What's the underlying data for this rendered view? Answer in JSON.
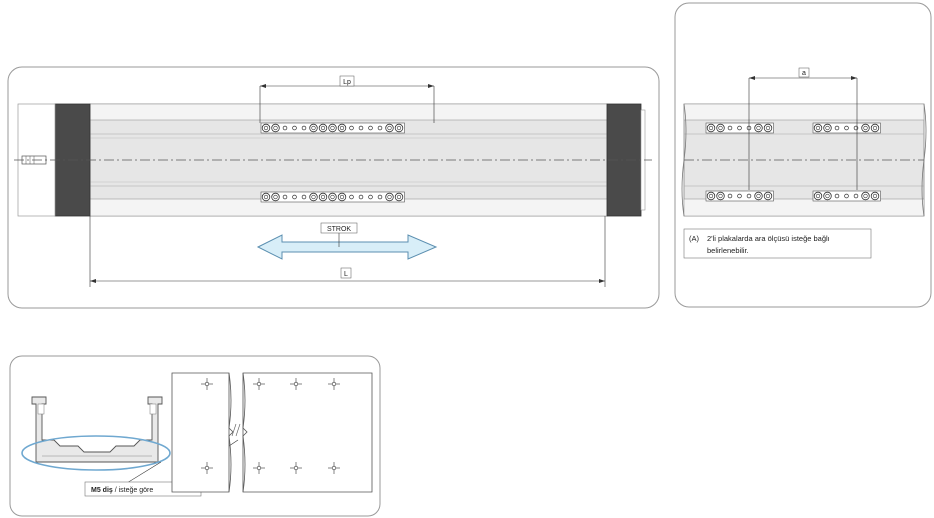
{
  "main_view": {
    "dim_lp": "Lp",
    "dim_strok": "STROK",
    "dim_l": "L"
  },
  "detail_view": {
    "dim_a": "a",
    "note_prefix": "(A)",
    "note_line1": "2'li plakalarda ara ölçüsü isteğe bağlı",
    "note_line2": "belirlenebilir."
  },
  "section_view": {
    "thread_label_bold": "M5 diş",
    "thread_label_rest": " / isteğe göre"
  },
  "colors": {
    "end_cap": "#4a4a4a",
    "rail_body": "#d9d9d9",
    "arrow_fill": "#d8eef8",
    "arrow_stroke": "#5b8fb0"
  }
}
